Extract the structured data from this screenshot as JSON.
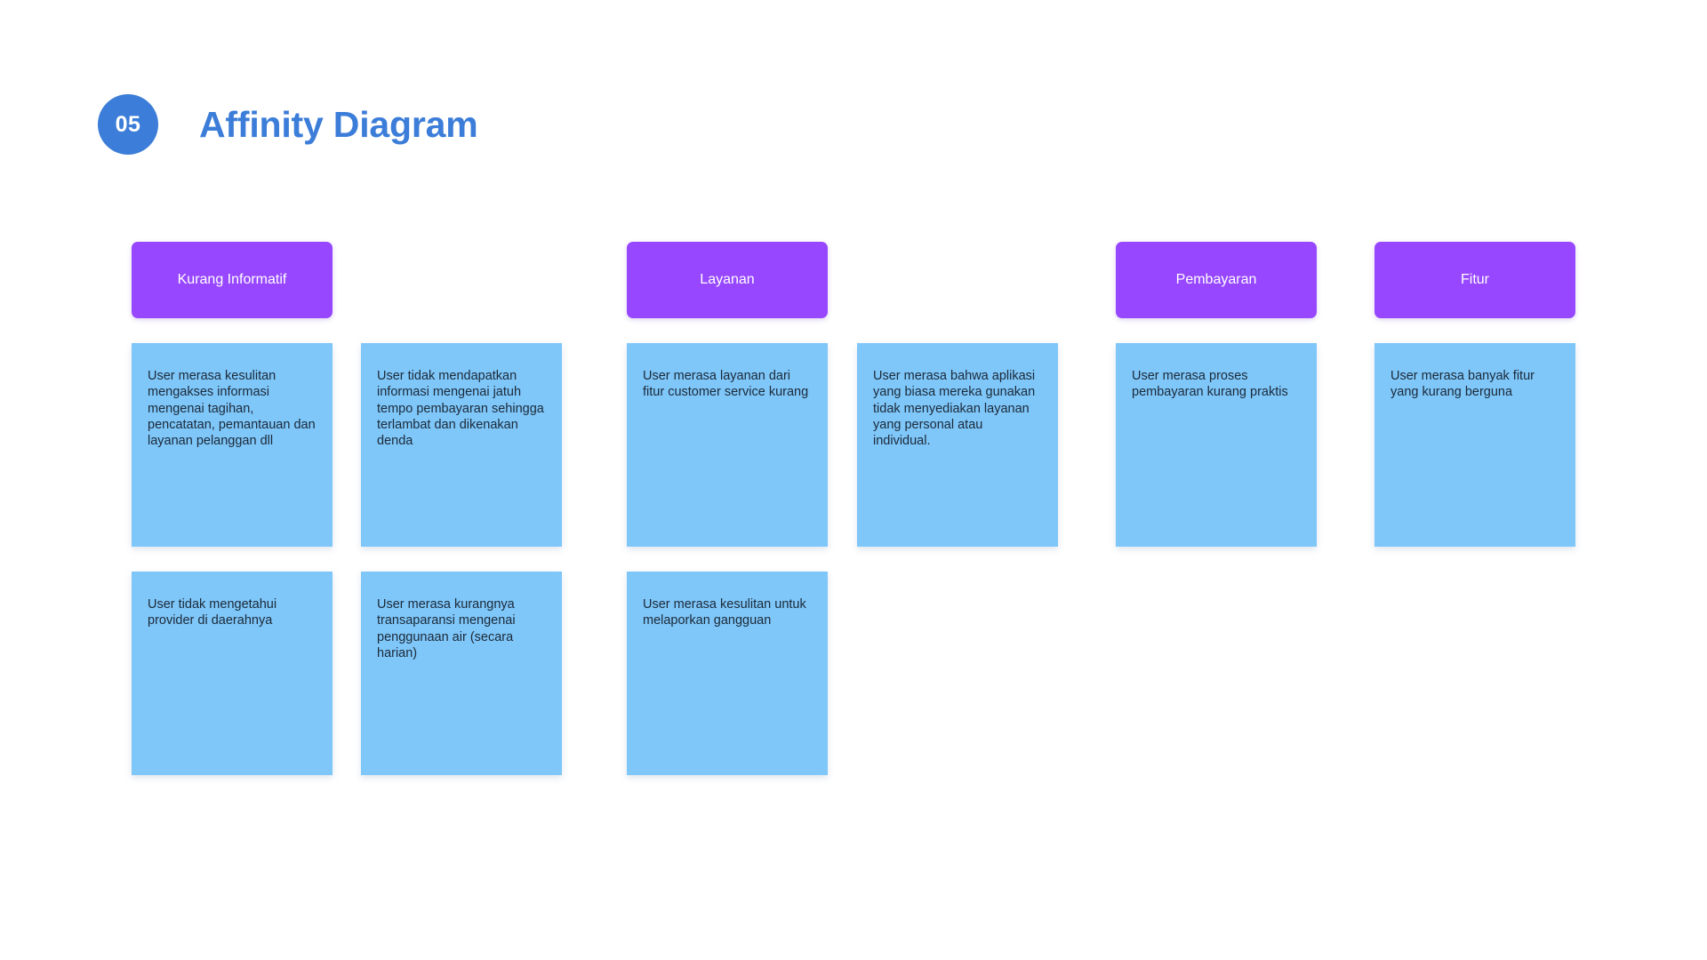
{
  "slide": {
    "step_number": "05",
    "title": "Affinity Diagram",
    "accent_blue": "#3B7DD8",
    "category_purple": "#9747FF",
    "note_blue": "#7FC6F9",
    "background": "#FFFFFF"
  },
  "categories": [
    {
      "label": "Kurang Informatif"
    },
    {
      "label": "Layanan"
    },
    {
      "label": "Pembayaran"
    },
    {
      "label": "Fitur"
    }
  ],
  "notes": [
    {
      "text": "User merasa kesulitan mengakses informasi mengenai tagihan, pencatatan, pemantauan dan layanan pelanggan dll"
    },
    {
      "text": "User tidak mendapatkan informasi mengenai jatuh tempo pembayaran sehingga terlambat dan dikenakan denda"
    },
    {
      "text": "User merasa layanan dari fitur customer service kurang"
    },
    {
      "text": "User merasa bahwa aplikasi yang biasa mereka gunakan tidak menyediakan layanan yang personal atau individual."
    },
    {
      "text": "User merasa proses pembayaran kurang praktis"
    },
    {
      "text": "User merasa banyak fitur yang kurang berguna"
    },
    {
      "text": "User tidak mengetahui provider di daerahnya"
    },
    {
      "text": "User merasa kurangnya transaparansi mengenai penggunaan air (secara harian)"
    },
    {
      "text": "User merasa kesulitan untuk melaporkan gangguan"
    }
  ]
}
